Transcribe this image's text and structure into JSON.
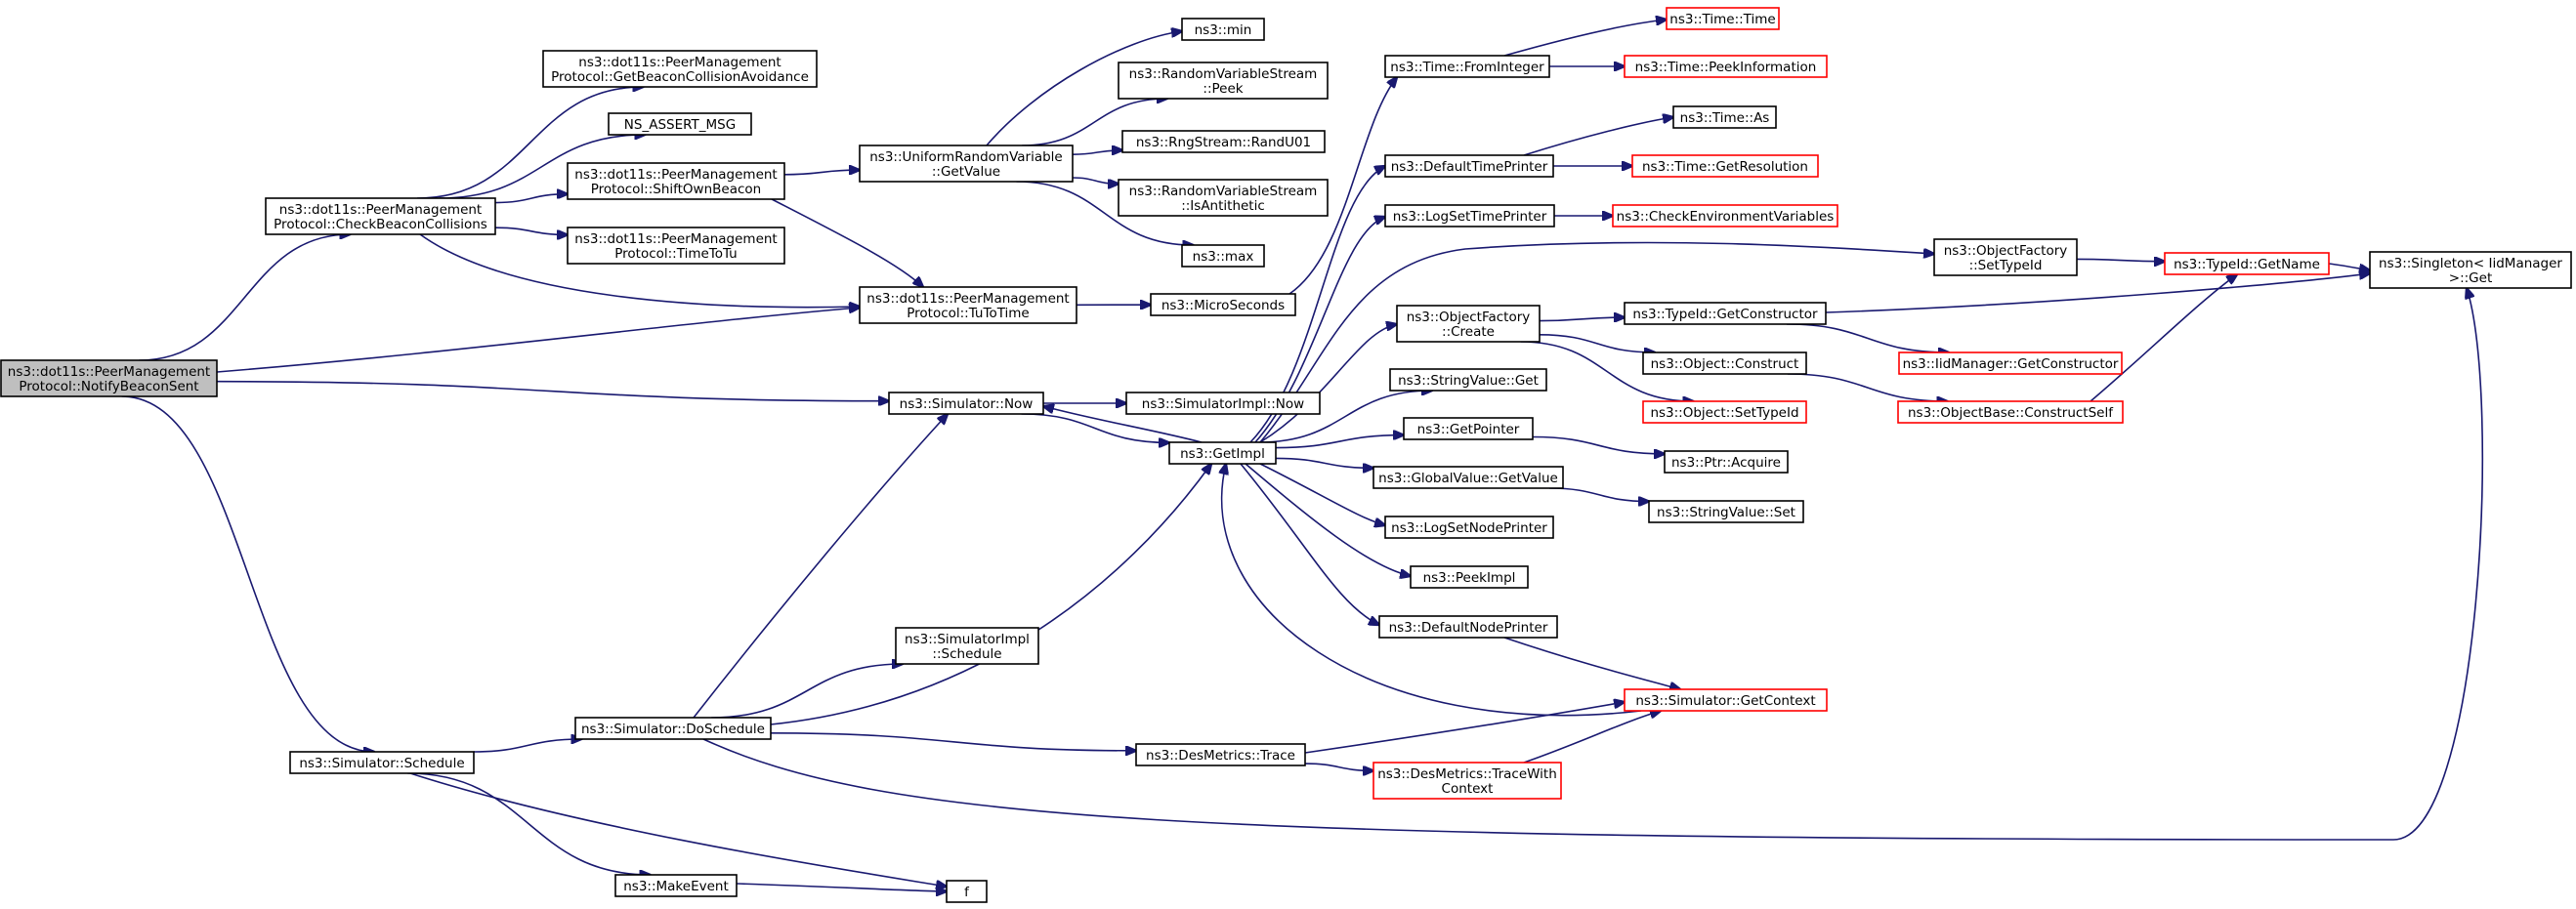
{
  "colors": {
    "edge": "#191970",
    "node_border": "#000000",
    "node_border_incomplete": "#ff0000",
    "node_fill": "#ffffff",
    "root_fill": "#bfbfbf"
  },
  "diagram": {
    "type": "call-graph",
    "root": "notify",
    "nodes": [
      {
        "id": "notify",
        "lines": [
          "ns3::dot11s::PeerManagement",
          "Protocol::NotifyBeaconSent"
        ],
        "style": "root"
      },
      {
        "id": "checkbeacon",
        "lines": [
          "ns3::dot11s::PeerManagement",
          "Protocol::CheckBeaconCollisions"
        ],
        "style": "normal"
      },
      {
        "id": "getbeaconcoll",
        "lines": [
          "ns3::dot11s::PeerManagement",
          "Protocol::GetBeaconCollisionAvoidance"
        ],
        "style": "normal"
      },
      {
        "id": "nsassert",
        "lines": [
          "NS_ASSERT_MSG"
        ],
        "style": "normal"
      },
      {
        "id": "shiftown",
        "lines": [
          "ns3::dot11s::PeerManagement",
          "Protocol::ShiftOwnBeacon"
        ],
        "style": "normal"
      },
      {
        "id": "timetotu",
        "lines": [
          "ns3::dot11s::PeerManagement",
          "Protocol::TimeToTu"
        ],
        "style": "normal"
      },
      {
        "id": "tutotime",
        "lines": [
          "ns3::dot11s::PeerManagement",
          "Protocol::TuToTime"
        ],
        "style": "normal"
      },
      {
        "id": "uniform",
        "lines": [
          "ns3::UniformRandomVariable",
          "::GetValue"
        ],
        "style": "normal"
      },
      {
        "id": "min",
        "lines": [
          "ns3::min"
        ],
        "style": "normal"
      },
      {
        "id": "rvspeek",
        "lines": [
          "ns3::RandomVariableStream",
          "::Peek"
        ],
        "style": "normal"
      },
      {
        "id": "randu01",
        "lines": [
          "ns3::RngStream::RandU01"
        ],
        "style": "normal"
      },
      {
        "id": "isanti",
        "lines": [
          "ns3::RandomVariableStream",
          "::IsAntithetic"
        ],
        "style": "normal"
      },
      {
        "id": "max",
        "lines": [
          "ns3::max"
        ],
        "style": "normal"
      },
      {
        "id": "micro",
        "lines": [
          "ns3::MicroSeconds"
        ],
        "style": "normal"
      },
      {
        "id": "simnow",
        "lines": [
          "ns3::Simulator::Now"
        ],
        "style": "normal"
      },
      {
        "id": "simimplnow",
        "lines": [
          "ns3::SimulatorImpl::Now"
        ],
        "style": "normal"
      },
      {
        "id": "getimpl",
        "lines": [
          "ns3::GetImpl"
        ],
        "style": "normal"
      },
      {
        "id": "schedule",
        "lines": [
          "ns3::Simulator::Schedule"
        ],
        "style": "normal"
      },
      {
        "id": "dosched",
        "lines": [
          "ns3::Simulator::DoSchedule"
        ],
        "style": "normal"
      },
      {
        "id": "simimplsched",
        "lines": [
          "ns3::SimulatorImpl",
          "::Schedule"
        ],
        "style": "normal"
      },
      {
        "id": "makeevent",
        "lines": [
          "ns3::MakeEvent"
        ],
        "style": "normal"
      },
      {
        "id": "f",
        "lines": [
          "f"
        ],
        "style": "normal"
      },
      {
        "id": "destrace",
        "lines": [
          "ns3::DesMetrics::Trace"
        ],
        "style": "normal"
      },
      {
        "id": "destracewith",
        "lines": [
          "ns3::DesMetrics::TraceWith",
          "Context"
        ],
        "style": "incomplete"
      },
      {
        "id": "fromint",
        "lines": [
          "ns3::Time::FromInteger"
        ],
        "style": "normal"
      },
      {
        "id": "timetime",
        "lines": [
          "ns3::Time::Time"
        ],
        "style": "incomplete"
      },
      {
        "id": "peekinfo",
        "lines": [
          "ns3::Time::PeekInformation"
        ],
        "style": "incomplete"
      },
      {
        "id": "deftp",
        "lines": [
          "ns3::DefaultTimePrinter"
        ],
        "style": "normal"
      },
      {
        "id": "timeas",
        "lines": [
          "ns3::Time::As"
        ],
        "style": "normal"
      },
      {
        "id": "getres",
        "lines": [
          "ns3::Time::GetResolution"
        ],
        "style": "incomplete"
      },
      {
        "id": "logstp",
        "lines": [
          "ns3::LogSetTimePrinter"
        ],
        "style": "normal"
      },
      {
        "id": "checkenv",
        "lines": [
          "ns3::CheckEnvironmentVariables"
        ],
        "style": "incomplete"
      },
      {
        "id": "ofsettid",
        "lines": [
          "ns3::ObjectFactory",
          "::SetTypeId"
        ],
        "style": "normal"
      },
      {
        "id": "tidgetname",
        "lines": [
          "ns3::TypeId::GetName"
        ],
        "style": "incomplete"
      },
      {
        "id": "singleton",
        "lines": [
          "ns3::Singleton< IidManager",
          " >::Get"
        ],
        "style": "normal"
      },
      {
        "id": "ofcreate",
        "lines": [
          "ns3::ObjectFactory",
          "::Create"
        ],
        "style": "normal"
      },
      {
        "id": "tidgetctor",
        "lines": [
          "ns3::TypeId::GetConstructor"
        ],
        "style": "normal"
      },
      {
        "id": "iidgetctor",
        "lines": [
          "ns3::IidManager::GetConstructor"
        ],
        "style": "incomplete"
      },
      {
        "id": "objconstruct",
        "lines": [
          "ns3::Object::Construct"
        ],
        "style": "normal"
      },
      {
        "id": "objbaseconstruct",
        "lines": [
          "ns3::ObjectBase::ConstructSelf"
        ],
        "style": "incomplete"
      },
      {
        "id": "objsettid",
        "lines": [
          "ns3::Object::SetTypeId"
        ],
        "style": "incomplete"
      },
      {
        "id": "strvalget",
        "lines": [
          "ns3::StringValue::Get"
        ],
        "style": "normal"
      },
      {
        "id": "getpointer",
        "lines": [
          "ns3::GetPointer"
        ],
        "style": "normal"
      },
      {
        "id": "ptracquire",
        "lines": [
          "ns3::Ptr::Acquire"
        ],
        "style": "normal"
      },
      {
        "id": "gvgetvalue",
        "lines": [
          "ns3::GlobalValue::GetValue"
        ],
        "style": "normal"
      },
      {
        "id": "strvalset",
        "lines": [
          "ns3::StringValue::Set"
        ],
        "style": "normal"
      },
      {
        "id": "logsnp",
        "lines": [
          "ns3::LogSetNodePrinter"
        ],
        "style": "normal"
      },
      {
        "id": "peekimpl",
        "lines": [
          "ns3::PeekImpl"
        ],
        "style": "normal"
      },
      {
        "id": "defnp",
        "lines": [
          "ns3::DefaultNodePrinter"
        ],
        "style": "normal"
      },
      {
        "id": "simgetctx",
        "lines": [
          "ns3::Simulator::GetContext"
        ],
        "style": "incomplete"
      }
    ],
    "edges": [
      [
        "notify",
        "checkbeacon"
      ],
      [
        "notify",
        "tutotime"
      ],
      [
        "notify",
        "simnow"
      ],
      [
        "notify",
        "schedule"
      ],
      [
        "checkbeacon",
        "getbeaconcoll"
      ],
      [
        "checkbeacon",
        "nsassert"
      ],
      [
        "checkbeacon",
        "shiftown"
      ],
      [
        "checkbeacon",
        "timetotu"
      ],
      [
        "checkbeacon",
        "tutotime"
      ],
      [
        "shiftown",
        "uniform"
      ],
      [
        "shiftown",
        "tutotime"
      ],
      [
        "uniform",
        "min"
      ],
      [
        "uniform",
        "rvspeek"
      ],
      [
        "uniform",
        "randu01"
      ],
      [
        "uniform",
        "isanti"
      ],
      [
        "uniform",
        "max"
      ],
      [
        "tutotime",
        "micro"
      ],
      [
        "micro",
        "fromint"
      ],
      [
        "fromint",
        "timetime"
      ],
      [
        "fromint",
        "peekinfo"
      ],
      [
        "simnow",
        "simimplnow"
      ],
      [
        "simnow",
        "getimpl"
      ],
      [
        "schedule",
        "dosched"
      ],
      [
        "schedule",
        "makeevent"
      ],
      [
        "schedule",
        "f"
      ],
      [
        "makeevent",
        "f"
      ],
      [
        "dosched",
        "simnow"
      ],
      [
        "dosched",
        "simimplsched"
      ],
      [
        "dosched",
        "getimpl"
      ],
      [
        "dosched",
        "destrace"
      ],
      [
        "dosched",
        "singleton"
      ],
      [
        "destrace",
        "simgetctx"
      ],
      [
        "destrace",
        "destracewith"
      ],
      [
        "destracewith",
        "simgetctx"
      ],
      [
        "getimpl",
        "deftp"
      ],
      [
        "getimpl",
        "logstp"
      ],
      [
        "getimpl",
        "ofsettid"
      ],
      [
        "getimpl",
        "ofcreate"
      ],
      [
        "getimpl",
        "strvalget"
      ],
      [
        "getimpl",
        "getpointer"
      ],
      [
        "getimpl",
        "gvgetvalue"
      ],
      [
        "getimpl",
        "logsnp"
      ],
      [
        "getimpl",
        "peekimpl"
      ],
      [
        "getimpl",
        "defnp"
      ],
      [
        "getimpl",
        "simnow"
      ],
      [
        "simgetctx",
        "getimpl"
      ],
      [
        "deftp",
        "timeas"
      ],
      [
        "deftp",
        "getres"
      ],
      [
        "logstp",
        "checkenv"
      ],
      [
        "ofsettid",
        "tidgetname"
      ],
      [
        "tidgetname",
        "singleton"
      ],
      [
        "ofcreate",
        "tidgetctor"
      ],
      [
        "ofcreate",
        "objconstruct"
      ],
      [
        "ofcreate",
        "objsettid"
      ],
      [
        "tidgetctor",
        "singleton"
      ],
      [
        "tidgetctor",
        "iidgetctor"
      ],
      [
        "objconstruct",
        "objbaseconstruct"
      ],
      [
        "objbaseconstruct",
        "tidgetname"
      ],
      [
        "getpointer",
        "ptracquire"
      ],
      [
        "gvgetvalue",
        "strvalset"
      ],
      [
        "defnp",
        "simgetctx"
      ]
    ]
  }
}
